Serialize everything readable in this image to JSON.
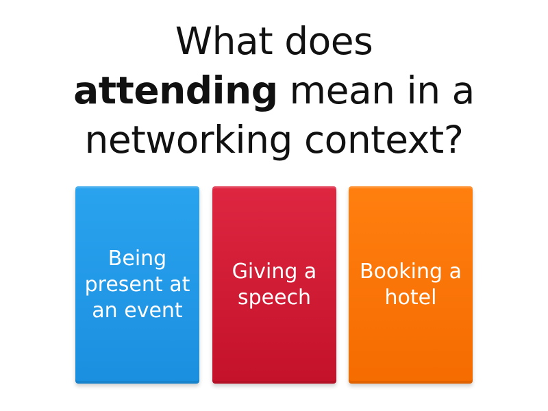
{
  "question": {
    "line1": "What does",
    "bold_word": "attending",
    "line2_rest": " mean in a",
    "line3": "networking context?"
  },
  "answers": [
    {
      "label": "Being present at an event",
      "color": "#2196ea"
    },
    {
      "label": "Giving a speech",
      "color": "#d21c37"
    },
    {
      "label": "Booking a hotel",
      "color": "#fb7708"
    }
  ]
}
